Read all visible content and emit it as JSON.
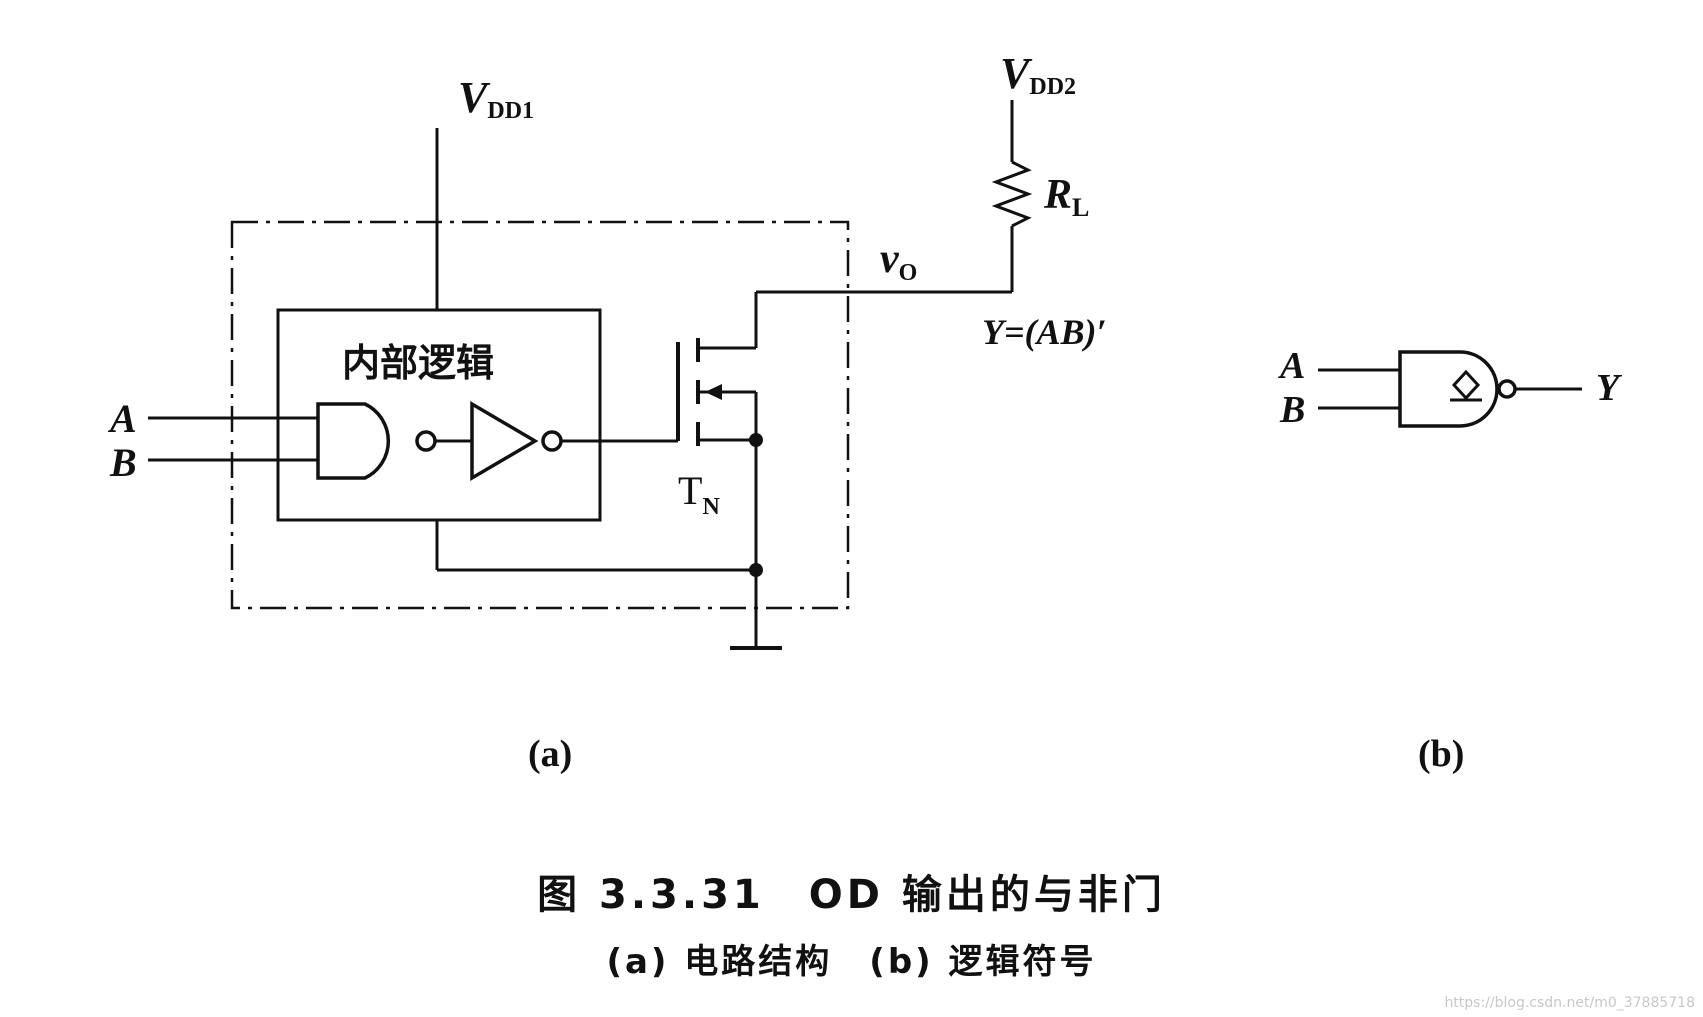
{
  "labels": {
    "vdd1_main": "V",
    "vdd1_sub": "DD1",
    "vdd2_main": "V",
    "vdd2_sub": "DD2",
    "rl_main": "R",
    "rl_sub": "L",
    "vo_main": "v",
    "vo_sub": "O",
    "y_expr": "Y=(AB)′",
    "internal_logic": "内部逻辑",
    "input_a": "A",
    "input_b": "B",
    "tn_main": "T",
    "tn_sub": "N",
    "symbol_a": "A",
    "symbol_b": "B",
    "symbol_y": "Y",
    "panel_a": "(a)",
    "panel_b": "(b)"
  },
  "caption": {
    "main": "图 3.3.31　OD 输出的与非门",
    "sub": "(a) 电路结构　(b) 逻辑符号"
  },
  "watermark": "https://blog.csdn.net/m0_37885718"
}
